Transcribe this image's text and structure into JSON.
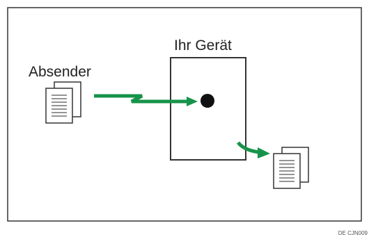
{
  "diagram": {
    "sender_label": "Absender",
    "device_label": "Ihr Gerät",
    "figure_code": "DE CJN009"
  },
  "icons": {
    "sender_document": "document-stack-icon",
    "output_document": "document-stack-icon",
    "device_dot": "filled-circle"
  },
  "colors": {
    "arrow": "#16934a",
    "outline": "#333333",
    "dot": "#111111"
  }
}
